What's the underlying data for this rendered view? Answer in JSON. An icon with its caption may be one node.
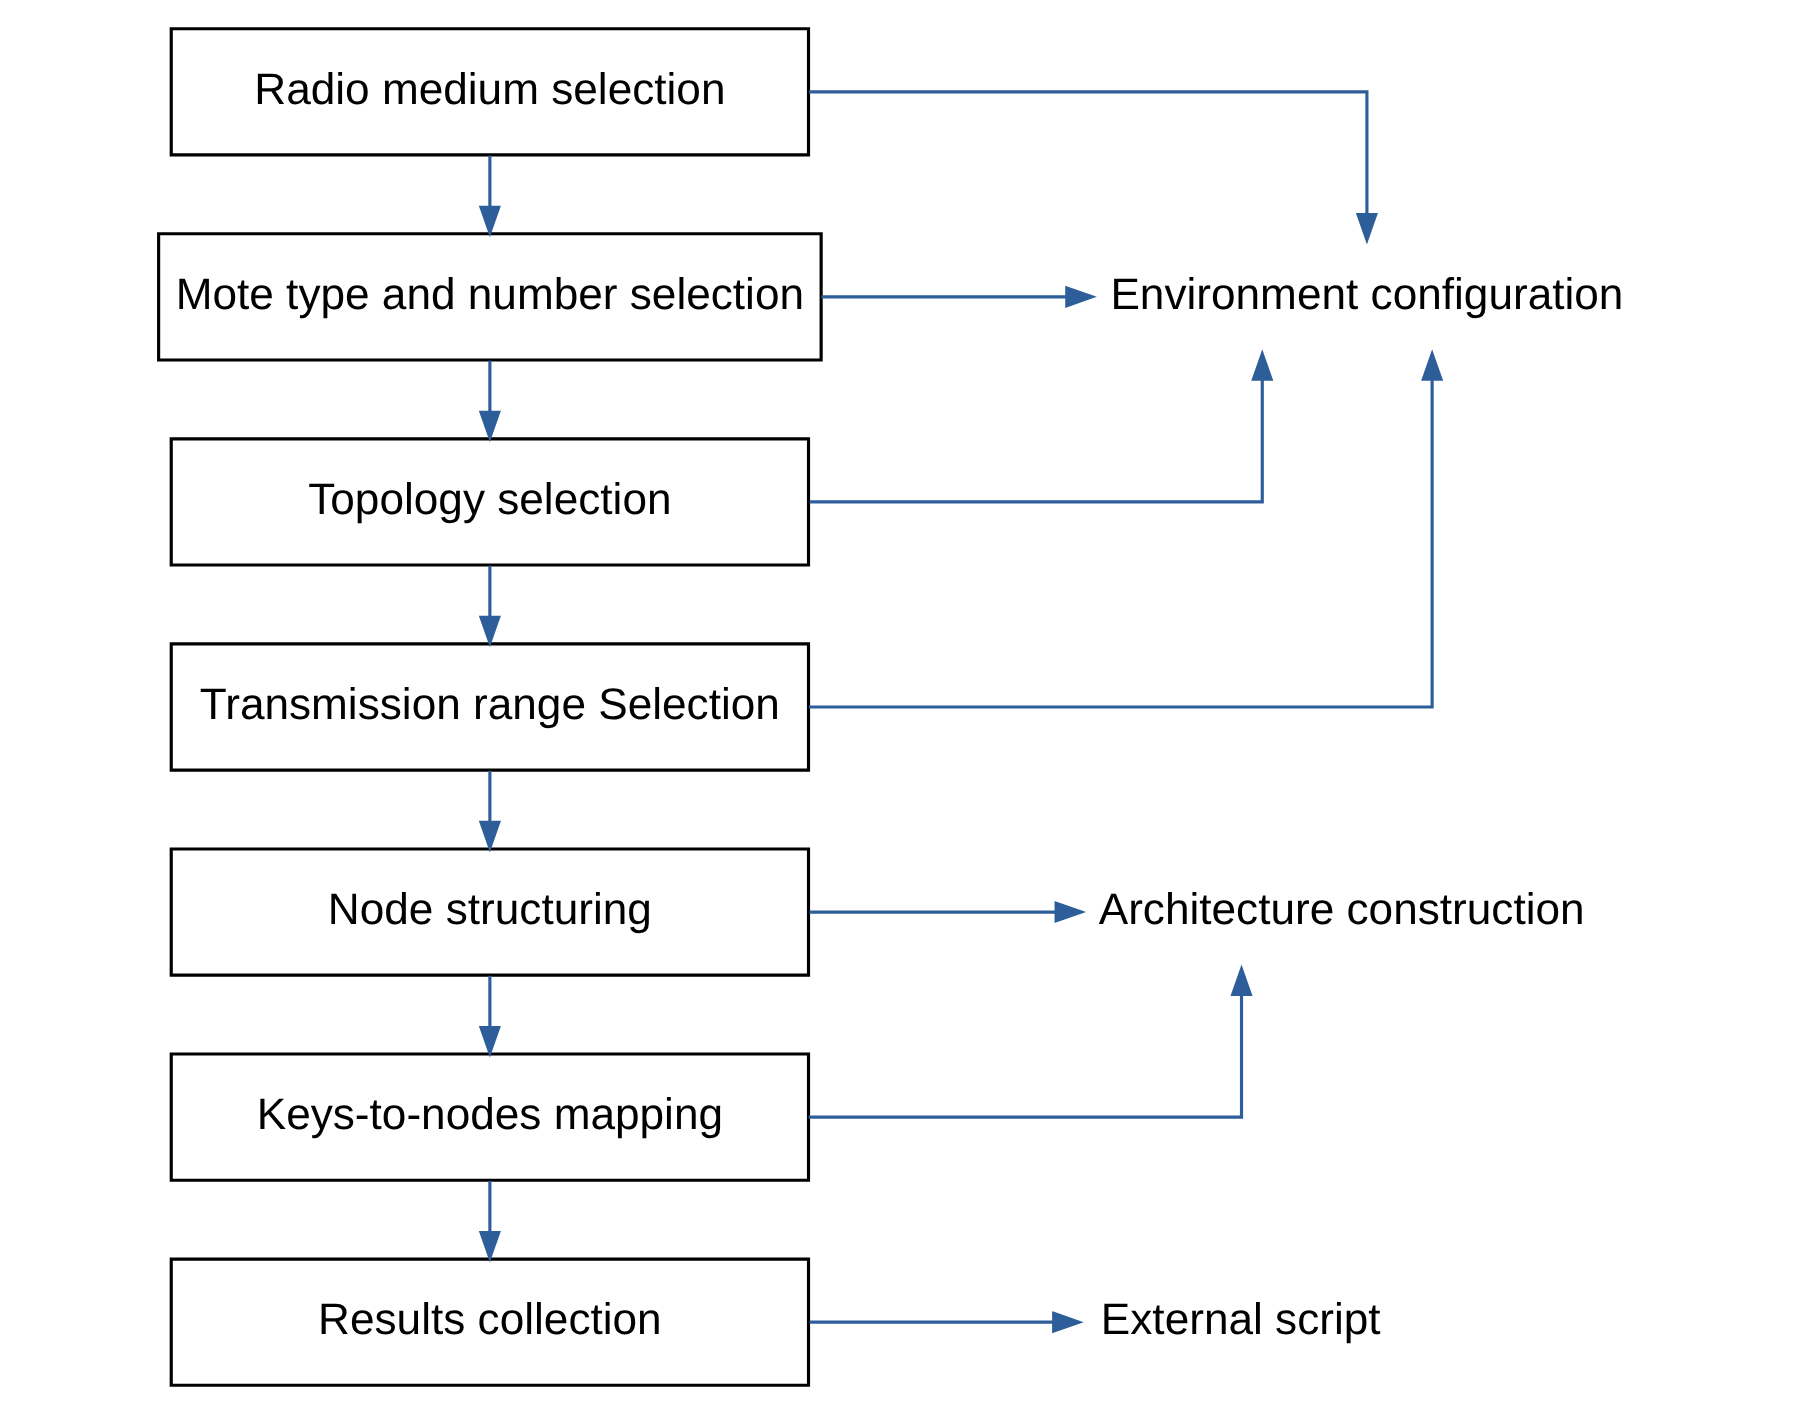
{
  "diagram": {
    "nodes": [
      {
        "text": [
          "Radio medium selection"
        ]
      },
      {
        "text": [
          "Mote type and number selection"
        ]
      },
      {
        "text": [
          "Topology selection"
        ]
      },
      {
        "text": [
          "Transmission range Selection"
        ]
      },
      {
        "text": [
          "Node structuring"
        ]
      },
      {
        "text": [
          "Keys-to-nodes mapping"
        ]
      },
      {
        "text": [
          "Results collection"
        ]
      },
      {
        "text": [
          "Environment configuration"
        ]
      },
      {
        "text": [
          "Architecture construction"
        ]
      },
      {
        "text": [
          "External script"
        ]
      }
    ],
    "edges": [
      {
        "from": 0,
        "to": 1,
        "arrow": "to"
      },
      {
        "from": 1,
        "to": 2,
        "arrow": "to"
      },
      {
        "from": 2,
        "to": 3,
        "arrow": "to"
      },
      {
        "from": 3,
        "to": 4,
        "arrow": "to"
      },
      {
        "from": 4,
        "to": 5,
        "arrow": "to"
      },
      {
        "from": 5,
        "to": 6,
        "arrow": "to"
      },
      {
        "from": 0,
        "to": 7,
        "arrow": "to"
      },
      {
        "from": 1,
        "to": 7,
        "arrow": "to"
      },
      {
        "from": 2,
        "to": 7,
        "arrow": "to"
      },
      {
        "from": 3,
        "to": 7,
        "arrow": "to"
      },
      {
        "from": 4,
        "to": 8,
        "arrow": "to"
      },
      {
        "from": 5,
        "to": 8,
        "arrow": "to"
      },
      {
        "from": 6,
        "to": 9,
        "arrow": "to"
      }
    ]
  }
}
